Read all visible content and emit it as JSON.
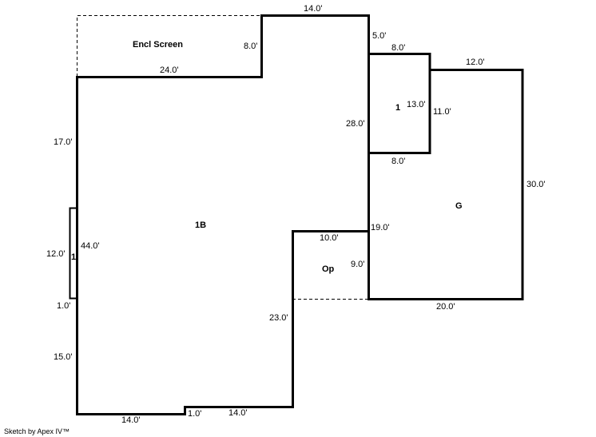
{
  "rooms": {
    "encl_screen": "Encl Screen",
    "main": "1B",
    "room_one": "1",
    "left_bump": "1",
    "garage": "G",
    "open_porch": "Op"
  },
  "dimensions": {
    "top_right_main": "14.0'",
    "encl_screen_right": "8.0'",
    "encl_screen_bottom": "24.0'",
    "left_upper": "17.0'",
    "left_bump_height": "12.0'",
    "left_total": "44.0'",
    "left_bump_depth": "1.0'",
    "left_lower": "15.0'",
    "bottom_left": "14.0'",
    "bottom_step": "1.0'",
    "bottom_right": "14.0'",
    "right_lower": "23.0'",
    "porch_top": "10.0'",
    "porch_side": "9.0'",
    "right_upper": "19.0'",
    "right_top": "5.0'",
    "room_one_top": "8.0'",
    "room_one_bottom": "8.0'",
    "room_one_right": "13.0'",
    "room_one_left": "28.0'",
    "garage_top": "12.0'",
    "garage_left_upper": "11.0'",
    "garage_right": "30.0'",
    "garage_bottom": "20.0'"
  },
  "credit": "Sketch by Apex IV™"
}
